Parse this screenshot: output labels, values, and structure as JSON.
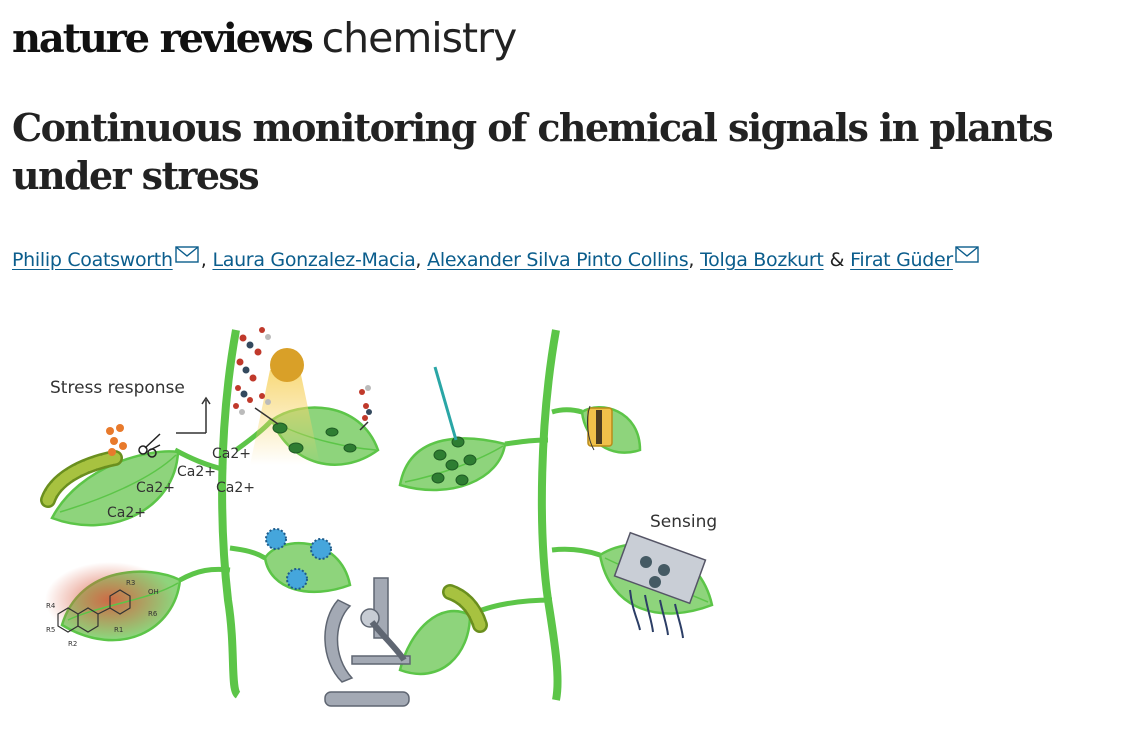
{
  "masthead": {
    "journal_bold": "nature reviews",
    "journal_light": "chemistry"
  },
  "article": {
    "title": "Continuous monitoring of chemical signals in plants under stress",
    "authors": [
      {
        "name": "Philip Coatsworth",
        "separator": ",",
        "has_email": true
      },
      {
        "name": "Laura Gonzalez-Macia",
        "separator": ",",
        "has_email": false
      },
      {
        "name": "Alexander Silva Pinto Collins",
        "separator": ",",
        "has_email": false
      },
      {
        "name": "Tolga Bozkurt",
        "separator": "&",
        "has_email": false
      },
      {
        "name": "Firat Güder",
        "separator": "",
        "has_email": true
      }
    ]
  },
  "figure": {
    "stress_response_label": "Stress response",
    "sensing_label": "Sensing",
    "ion_labels": [
      "Ca2+",
      "Ca2+",
      "Ca2+",
      "Ca2+",
      "Ca2+"
    ],
    "molecule_substituents": [
      "R3",
      "R4",
      "R5",
      "R2",
      "R1",
      "R6",
      "OH"
    ]
  },
  "colors": {
    "link": "#0b5d8c",
    "plant_green": "#5cc548",
    "leaf_fill": "#8ed47c",
    "pathogen_blue": "#45a6dc"
  }
}
